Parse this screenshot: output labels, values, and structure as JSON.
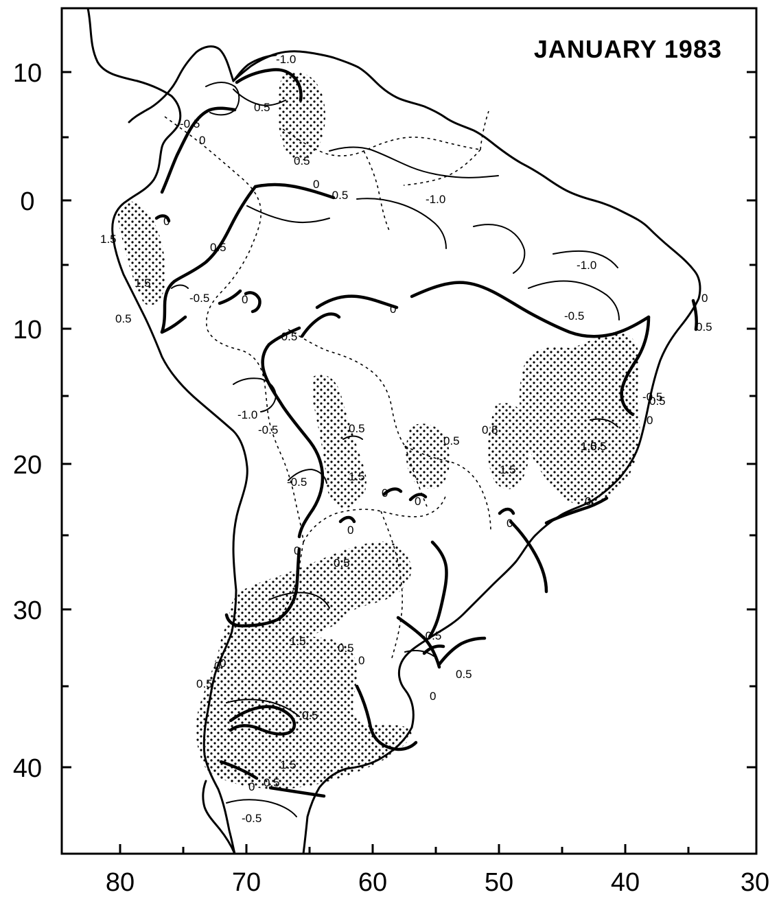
{
  "title": "JANUARY 1983",
  "x_axis": {
    "ticks": [
      "80",
      "70",
      "60",
      "50",
      "40",
      "30"
    ]
  },
  "y_axis": {
    "ticks": [
      "10",
      "0",
      "10",
      "20",
      "30",
      "40"
    ]
  },
  "contour_labels": [
    "-1.0",
    "0.5",
    "-0.5",
    "0",
    "0.5",
    "0",
    "-0.5",
    "-1.0",
    "0",
    "0.5",
    "1.5",
    "1.5",
    "0.5",
    "-0.5",
    "0",
    "-1.0",
    "-0.5",
    "0",
    "0",
    "0.5",
    "-0.5",
    "0",
    "0.5",
    "-1.0",
    "-0.5",
    "0.5",
    "0.5",
    "0.5",
    "0.5",
    "1.5",
    "1.5",
    "1.5",
    "-0.5",
    "0",
    "0",
    "0",
    "0",
    "0",
    "0",
    "-0.5",
    "0",
    "0.5",
    "0.5",
    "1.5",
    "0.5",
    "0",
    "0",
    "0.5",
    "-0.5",
    "0.5",
    "0",
    "1.5",
    "0.5",
    "0",
    "-0.5"
  ],
  "styles": {
    "ink": "#000000",
    "background": "#ffffff",
    "stipple": "#000000"
  }
}
